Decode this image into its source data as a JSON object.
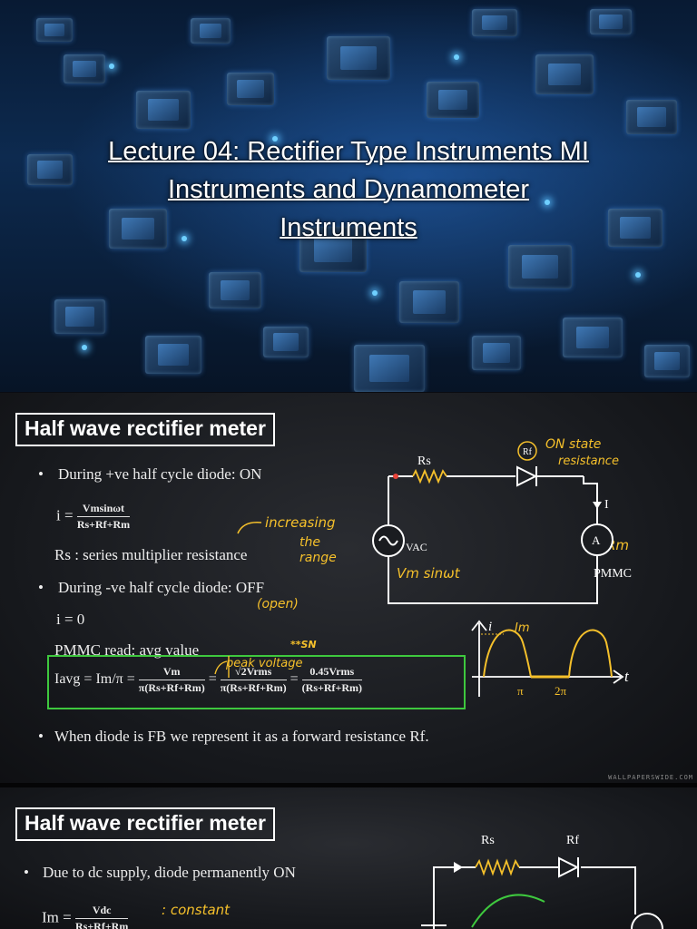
{
  "slide1": {
    "title_lines": [
      "Lecture 04: Rectifier Type Instruments MI",
      "Instruments and Dynamometer",
      "Instruments"
    ]
  },
  "slide2": {
    "heading": "Half wave rectifier meter",
    "bullet1": "During +ve half cycle diode: ON",
    "eq1_lhs": "i =",
    "eq1_num": "Vmsinωt",
    "eq1_den": "Rs+Rf+Rm",
    "rs_def": "Rs : series multiplier resistance",
    "bullet2": "During -ve half cycle diode: OFF",
    "i_zero": "i = 0",
    "pmmc_read": "PMMC read: avg value",
    "eq2_lhs": "Iavg = Im/π =",
    "eq2_f1_num": "Vm",
    "eq2_f1_den": "π(Rs+Rf+Rm)",
    "eq2_f2_num": "√2Vrms",
    "eq2_f2_den": "π(Rs+Rf+Rm)",
    "eq2_f3_num": "0.45Vrms",
    "eq2_f3_den": "(Rs+Rf+Rm)",
    "bullet3": "When diode is FB we represent it as a forward resistance Rf.",
    "notes": {
      "increasing": "increasing",
      "the": "the",
      "range": "range",
      "open": "(open)",
      "stars": "**SN",
      "peak": "peak voltage",
      "on_state1": "ON state",
      "on_state2": "resistance",
      "vm_sin": "Vm sinωt",
      "rm": "Rm",
      "im": "Im"
    },
    "circuit": {
      "rs": "Rs",
      "rf": "Rf",
      "vac": "VAC",
      "current": "I",
      "ammeter": "A",
      "pmmc": "PMMC"
    },
    "graph": {
      "y_label": "i",
      "x_label": "t",
      "tick1": "π",
      "tick2": "2π"
    },
    "watermark": "WALLPAPERSWIDE.COM"
  },
  "slide3": {
    "heading": "Half wave rectifier meter",
    "bullet1": "Due to dc supply, diode permanently ON",
    "eq_lhs": "Im =",
    "eq_num": "Vdc",
    "eq_den": "Rs+Rf+Rm",
    "note_constant": ": constant",
    "circuit": {
      "rs": "Rs",
      "rf": "Rf"
    }
  },
  "colors": {
    "annotation": "#f5c02b",
    "highlight_box": "#3ec83e"
  }
}
